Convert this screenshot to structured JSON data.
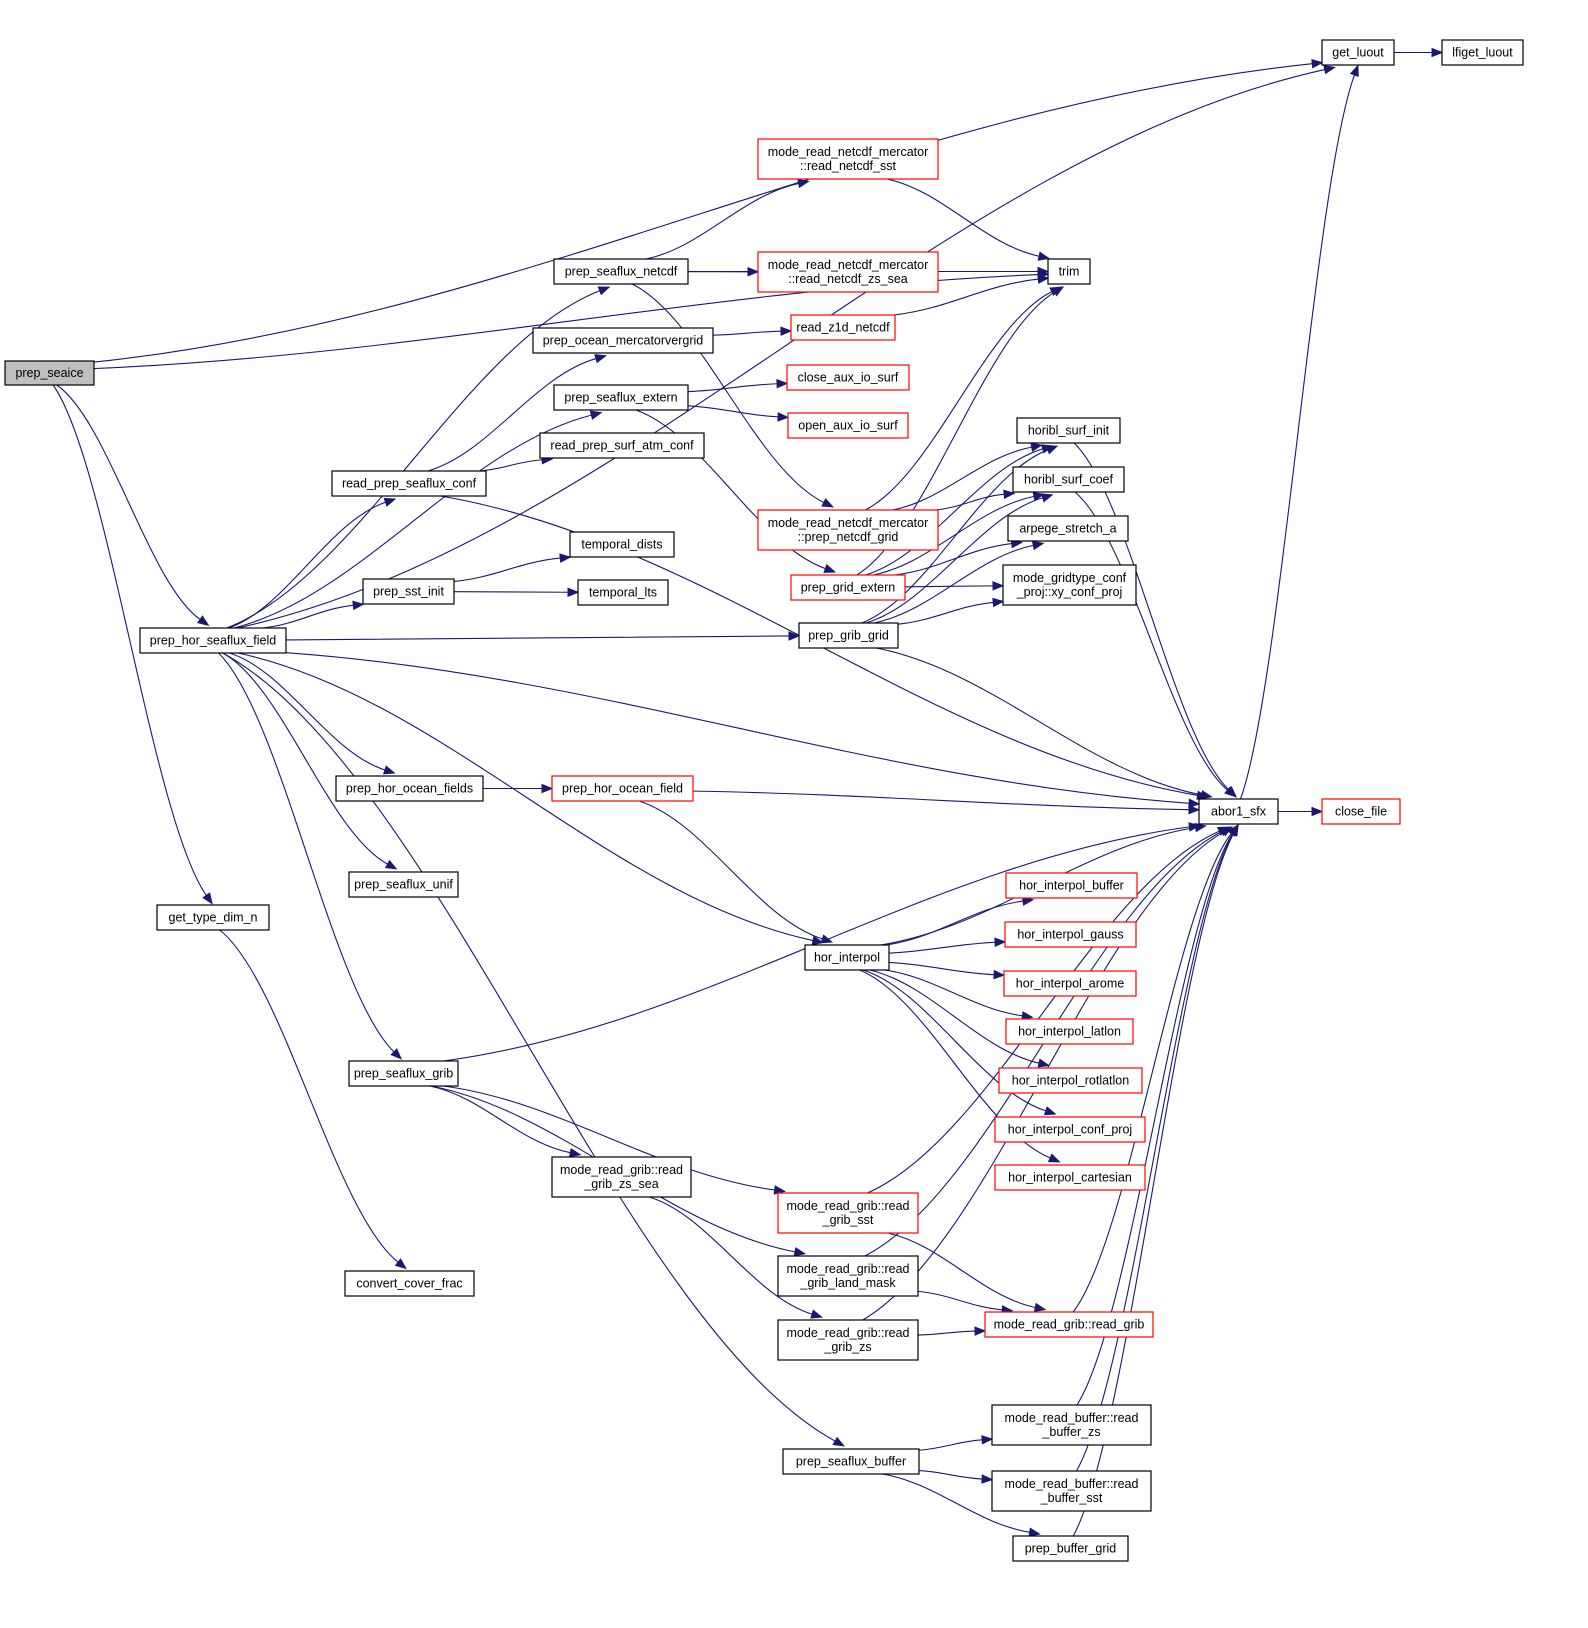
{
  "diagram": {
    "type": "call-graph",
    "colors": {
      "edge": "#191970",
      "node_border_normal": "#000000",
      "node_border_truncated": "#ff0000",
      "root_fill": "#bfbfbf",
      "node_fill": "#ffffff"
    },
    "nodes": [
      {
        "id": "prep_seaice",
        "lines": [
          "prep_seaice"
        ],
        "style": "root"
      },
      {
        "id": "get_luout",
        "lines": [
          "get_luout"
        ],
        "style": "normal"
      },
      {
        "id": "lfiget_luout",
        "lines": [
          "lfiget_luout"
        ],
        "style": "normal"
      },
      {
        "id": "trim",
        "lines": [
          "trim"
        ],
        "style": "normal"
      },
      {
        "id": "prep_hor_seaflux_field",
        "lines": [
          "prep_hor_seaflux_field"
        ],
        "style": "normal"
      },
      {
        "id": "get_type_dim_n",
        "lines": [
          "get_type_dim_n"
        ],
        "style": "normal"
      },
      {
        "id": "convert_cover_frac",
        "lines": [
          "convert_cover_frac"
        ],
        "style": "normal"
      },
      {
        "id": "prep_seaflux_netcdf",
        "lines": [
          "prep_seaflux_netcdf"
        ],
        "style": "normal"
      },
      {
        "id": "prep_ocean_mercatorvergrid",
        "lines": [
          "prep_ocean_mercatorvergrid"
        ],
        "style": "normal"
      },
      {
        "id": "prep_seaflux_extern",
        "lines": [
          "prep_seaflux_extern"
        ],
        "style": "normal"
      },
      {
        "id": "read_prep_surf_atm_conf",
        "lines": [
          "read_prep_surf_atm_conf"
        ],
        "style": "normal"
      },
      {
        "id": "read_prep_seaflux_conf",
        "lines": [
          "read_prep_seaflux_conf"
        ],
        "style": "normal"
      },
      {
        "id": "temporal_dists",
        "lines": [
          "temporal_dists"
        ],
        "style": "normal"
      },
      {
        "id": "prep_sst_init",
        "lines": [
          "prep_sst_init"
        ],
        "style": "normal"
      },
      {
        "id": "temporal_lts",
        "lines": [
          "temporal_lts"
        ],
        "style": "normal"
      },
      {
        "id": "read_netcdf_sst",
        "lines": [
          "mode_read_netcdf_mercator",
          "::read_netcdf_sst"
        ],
        "style": "truncated"
      },
      {
        "id": "read_netcdf_zs_sea",
        "lines": [
          "mode_read_netcdf_mercator",
          "::read_netcdf_zs_sea"
        ],
        "style": "truncated"
      },
      {
        "id": "read_z1d_netcdf",
        "lines": [
          "read_z1d_netcdf"
        ],
        "style": "truncated"
      },
      {
        "id": "close_aux_io_surf",
        "lines": [
          "close_aux_io_surf"
        ],
        "style": "truncated"
      },
      {
        "id": "open_aux_io_surf",
        "lines": [
          "open_aux_io_surf"
        ],
        "style": "truncated"
      },
      {
        "id": "prep_netcdf_grid",
        "lines": [
          "mode_read_netcdf_mercator",
          "::prep_netcdf_grid"
        ],
        "style": "truncated"
      },
      {
        "id": "prep_grid_extern",
        "lines": [
          "prep_grid_extern"
        ],
        "style": "truncated"
      },
      {
        "id": "prep_grib_grid",
        "lines": [
          "prep_grib_grid"
        ],
        "style": "normal"
      },
      {
        "id": "horibl_surf_init",
        "lines": [
          "horibl_surf_init"
        ],
        "style": "normal"
      },
      {
        "id": "horibl_surf_coef",
        "lines": [
          "horibl_surf_coef"
        ],
        "style": "normal"
      },
      {
        "id": "arpege_stretch_a",
        "lines": [
          "arpege_stretch_a"
        ],
        "style": "normal"
      },
      {
        "id": "xy_conf_proj",
        "lines": [
          "mode_gridtype_conf",
          "_proj::xy_conf_proj"
        ],
        "style": "normal"
      },
      {
        "id": "prep_hor_ocean_fields",
        "lines": [
          "prep_hor_ocean_fields"
        ],
        "style": "normal"
      },
      {
        "id": "prep_hor_ocean_field",
        "lines": [
          "prep_hor_ocean_field"
        ],
        "style": "truncated"
      },
      {
        "id": "abor1_sfx",
        "lines": [
          "abor1_sfx"
        ],
        "style": "normal"
      },
      {
        "id": "close_file",
        "lines": [
          "close_file"
        ],
        "style": "truncated"
      },
      {
        "id": "prep_seaflux_unif",
        "lines": [
          "prep_seaflux_unif"
        ],
        "style": "normal"
      },
      {
        "id": "hor_interpol",
        "lines": [
          "hor_interpol"
        ],
        "style": "normal"
      },
      {
        "id": "hor_interpol_buffer",
        "lines": [
          "hor_interpol_buffer"
        ],
        "style": "truncated"
      },
      {
        "id": "hor_interpol_gauss",
        "lines": [
          "hor_interpol_gauss"
        ],
        "style": "truncated"
      },
      {
        "id": "hor_interpol_arome",
        "lines": [
          "hor_interpol_arome"
        ],
        "style": "truncated"
      },
      {
        "id": "hor_interpol_latlon",
        "lines": [
          "hor_interpol_latlon"
        ],
        "style": "truncated"
      },
      {
        "id": "hor_interpol_rotlatlon",
        "lines": [
          "hor_interpol_rotlatlon"
        ],
        "style": "truncated"
      },
      {
        "id": "hor_interpol_conf_proj",
        "lines": [
          "hor_interpol_conf_proj"
        ],
        "style": "truncated"
      },
      {
        "id": "hor_interpol_cartesian",
        "lines": [
          "hor_interpol_cartesian"
        ],
        "style": "truncated"
      },
      {
        "id": "prep_seaflux_grib",
        "lines": [
          "prep_seaflux_grib"
        ],
        "style": "normal"
      },
      {
        "id": "read_grib_zs_sea",
        "lines": [
          "mode_read_grib::read",
          "_grib_zs_sea"
        ],
        "style": "normal"
      },
      {
        "id": "read_grib_sst",
        "lines": [
          "mode_read_grib::read",
          "_grib_sst"
        ],
        "style": "truncated"
      },
      {
        "id": "read_grib_land_mask",
        "lines": [
          "mode_read_grib::read",
          "_grib_land_mask"
        ],
        "style": "normal"
      },
      {
        "id": "read_grib_zs",
        "lines": [
          "mode_read_grib::read",
          "_grib_zs"
        ],
        "style": "normal"
      },
      {
        "id": "read_grib",
        "lines": [
          "mode_read_grib::read_grib"
        ],
        "style": "truncated"
      },
      {
        "id": "prep_seaflux_buffer",
        "lines": [
          "prep_seaflux_buffer"
        ],
        "style": "normal"
      },
      {
        "id": "read_buffer_zs",
        "lines": [
          "mode_read_buffer::read",
          "_buffer_zs"
        ],
        "style": "normal"
      },
      {
        "id": "read_buffer_sst",
        "lines": [
          "mode_read_buffer::read",
          "_buffer_sst"
        ],
        "style": "normal"
      },
      {
        "id": "prep_buffer_grid",
        "lines": [
          "prep_buffer_grid"
        ],
        "style": "normal"
      }
    ],
    "edges": [
      [
        "prep_seaice",
        "get_luout"
      ],
      [
        "prep_seaice",
        "trim"
      ],
      [
        "prep_seaice",
        "prep_hor_seaflux_field"
      ],
      [
        "prep_seaice",
        "get_type_dim_n"
      ],
      [
        "prep_hor_seaflux_field",
        "get_luout"
      ],
      [
        "prep_hor_seaflux_field",
        "prep_seaflux_netcdf"
      ],
      [
        "prep_hor_seaflux_field",
        "prep_seaflux_extern"
      ],
      [
        "prep_hor_seaflux_field",
        "read_prep_seaflux_conf"
      ],
      [
        "prep_hor_seaflux_field",
        "prep_sst_init"
      ],
      [
        "prep_hor_seaflux_field",
        "prep_grib_grid"
      ],
      [
        "prep_hor_seaflux_field",
        "abor1_sfx"
      ],
      [
        "prep_hor_seaflux_field",
        "prep_hor_ocean_fields"
      ],
      [
        "prep_hor_seaflux_field",
        "hor_interpol"
      ],
      [
        "prep_hor_seaflux_field",
        "prep_seaflux_unif"
      ],
      [
        "prep_hor_seaflux_field",
        "prep_seaflux_grib"
      ],
      [
        "prep_hor_seaflux_field",
        "prep_seaflux_buffer"
      ],
      [
        "get_type_dim_n",
        "convert_cover_frac"
      ],
      [
        "get_luout",
        "lfiget_luout"
      ],
      [
        "prep_seaflux_netcdf",
        "read_netcdf_sst"
      ],
      [
        "prep_seaflux_netcdf",
        "trim"
      ],
      [
        "prep_seaflux_netcdf",
        "read_netcdf_zs_sea"
      ],
      [
        "prep_seaflux_netcdf",
        "prep_netcdf_grid"
      ],
      [
        "read_netcdf_sst",
        "trim"
      ],
      [
        "read_z1d_netcdf",
        "trim"
      ],
      [
        "prep_ocean_mercatorvergrid",
        "read_z1d_netcdf"
      ],
      [
        "read_prep_seaflux_conf",
        "prep_ocean_mercatorvergrid"
      ],
      [
        "read_prep_seaflux_conf",
        "read_prep_surf_atm_conf"
      ],
      [
        "read_prep_seaflux_conf",
        "abor1_sfx"
      ],
      [
        "prep_seaflux_extern",
        "close_aux_io_surf"
      ],
      [
        "prep_seaflux_extern",
        "open_aux_io_surf"
      ],
      [
        "prep_seaflux_extern",
        "prep_grid_extern"
      ],
      [
        "prep_sst_init",
        "temporal_dists"
      ],
      [
        "prep_sst_init",
        "temporal_lts"
      ],
      [
        "prep_netcdf_grid",
        "horibl_surf_init"
      ],
      [
        "prep_netcdf_grid",
        "horibl_surf_coef"
      ],
      [
        "prep_netcdf_grid",
        "trim"
      ],
      [
        "prep_grid_extern",
        "horibl_surf_init"
      ],
      [
        "prep_grid_extern",
        "horibl_surf_coef"
      ],
      [
        "prep_grid_extern",
        "arpege_stretch_a"
      ],
      [
        "prep_grid_extern",
        "xy_conf_proj"
      ],
      [
        "prep_grid_extern",
        "trim"
      ],
      [
        "prep_grib_grid",
        "horibl_surf_init"
      ],
      [
        "prep_grib_grid",
        "horibl_surf_coef"
      ],
      [
        "prep_grib_grid",
        "arpege_stretch_a"
      ],
      [
        "prep_grib_grid",
        "xy_conf_proj"
      ],
      [
        "prep_grib_grid",
        "abor1_sfx"
      ],
      [
        "horibl_surf_init",
        "abor1_sfx"
      ],
      [
        "horibl_surf_coef",
        "abor1_sfx"
      ],
      [
        "prep_hor_ocean_fields",
        "prep_hor_ocean_field"
      ],
      [
        "prep_hor_ocean_field",
        "abor1_sfx"
      ],
      [
        "prep_hor_ocean_field",
        "hor_interpol"
      ],
      [
        "abor1_sfx",
        "get_luout"
      ],
      [
        "abor1_sfx",
        "close_file"
      ],
      [
        "hor_interpol",
        "abor1_sfx"
      ],
      [
        "hor_interpol",
        "hor_interpol_buffer"
      ],
      [
        "hor_interpol",
        "hor_interpol_gauss"
      ],
      [
        "hor_interpol",
        "hor_interpol_arome"
      ],
      [
        "hor_interpol",
        "hor_interpol_latlon"
      ],
      [
        "hor_interpol",
        "hor_interpol_rotlatlon"
      ],
      [
        "hor_interpol",
        "hor_interpol_conf_proj"
      ],
      [
        "hor_interpol",
        "hor_interpol_cartesian"
      ],
      [
        "prep_seaflux_grib",
        "abor1_sfx"
      ],
      [
        "prep_seaflux_grib",
        "read_grib_zs_sea"
      ],
      [
        "prep_seaflux_grib",
        "read_grib_sst"
      ],
      [
        "prep_seaflux_grib",
        "read_grib_land_mask"
      ],
      [
        "read_grib_zs_sea",
        "read_grib_zs"
      ],
      [
        "read_grib_sst",
        "abor1_sfx"
      ],
      [
        "read_grib_sst",
        "read_grib"
      ],
      [
        "read_grib_land_mask",
        "abor1_sfx"
      ],
      [
        "read_grib_land_mask",
        "read_grib"
      ],
      [
        "read_grib_zs",
        "read_grib"
      ],
      [
        "read_grib_zs",
        "abor1_sfx"
      ],
      [
        "read_grib",
        "abor1_sfx"
      ],
      [
        "prep_seaflux_buffer",
        "read_buffer_zs"
      ],
      [
        "prep_seaflux_buffer",
        "read_buffer_sst"
      ],
      [
        "prep_seaflux_buffer",
        "prep_buffer_grid"
      ],
      [
        "read_buffer_zs",
        "abor1_sfx"
      ],
      [
        "read_buffer_sst",
        "abor1_sfx"
      ],
      [
        "prep_buffer_grid",
        "abor1_sfx"
      ]
    ]
  }
}
